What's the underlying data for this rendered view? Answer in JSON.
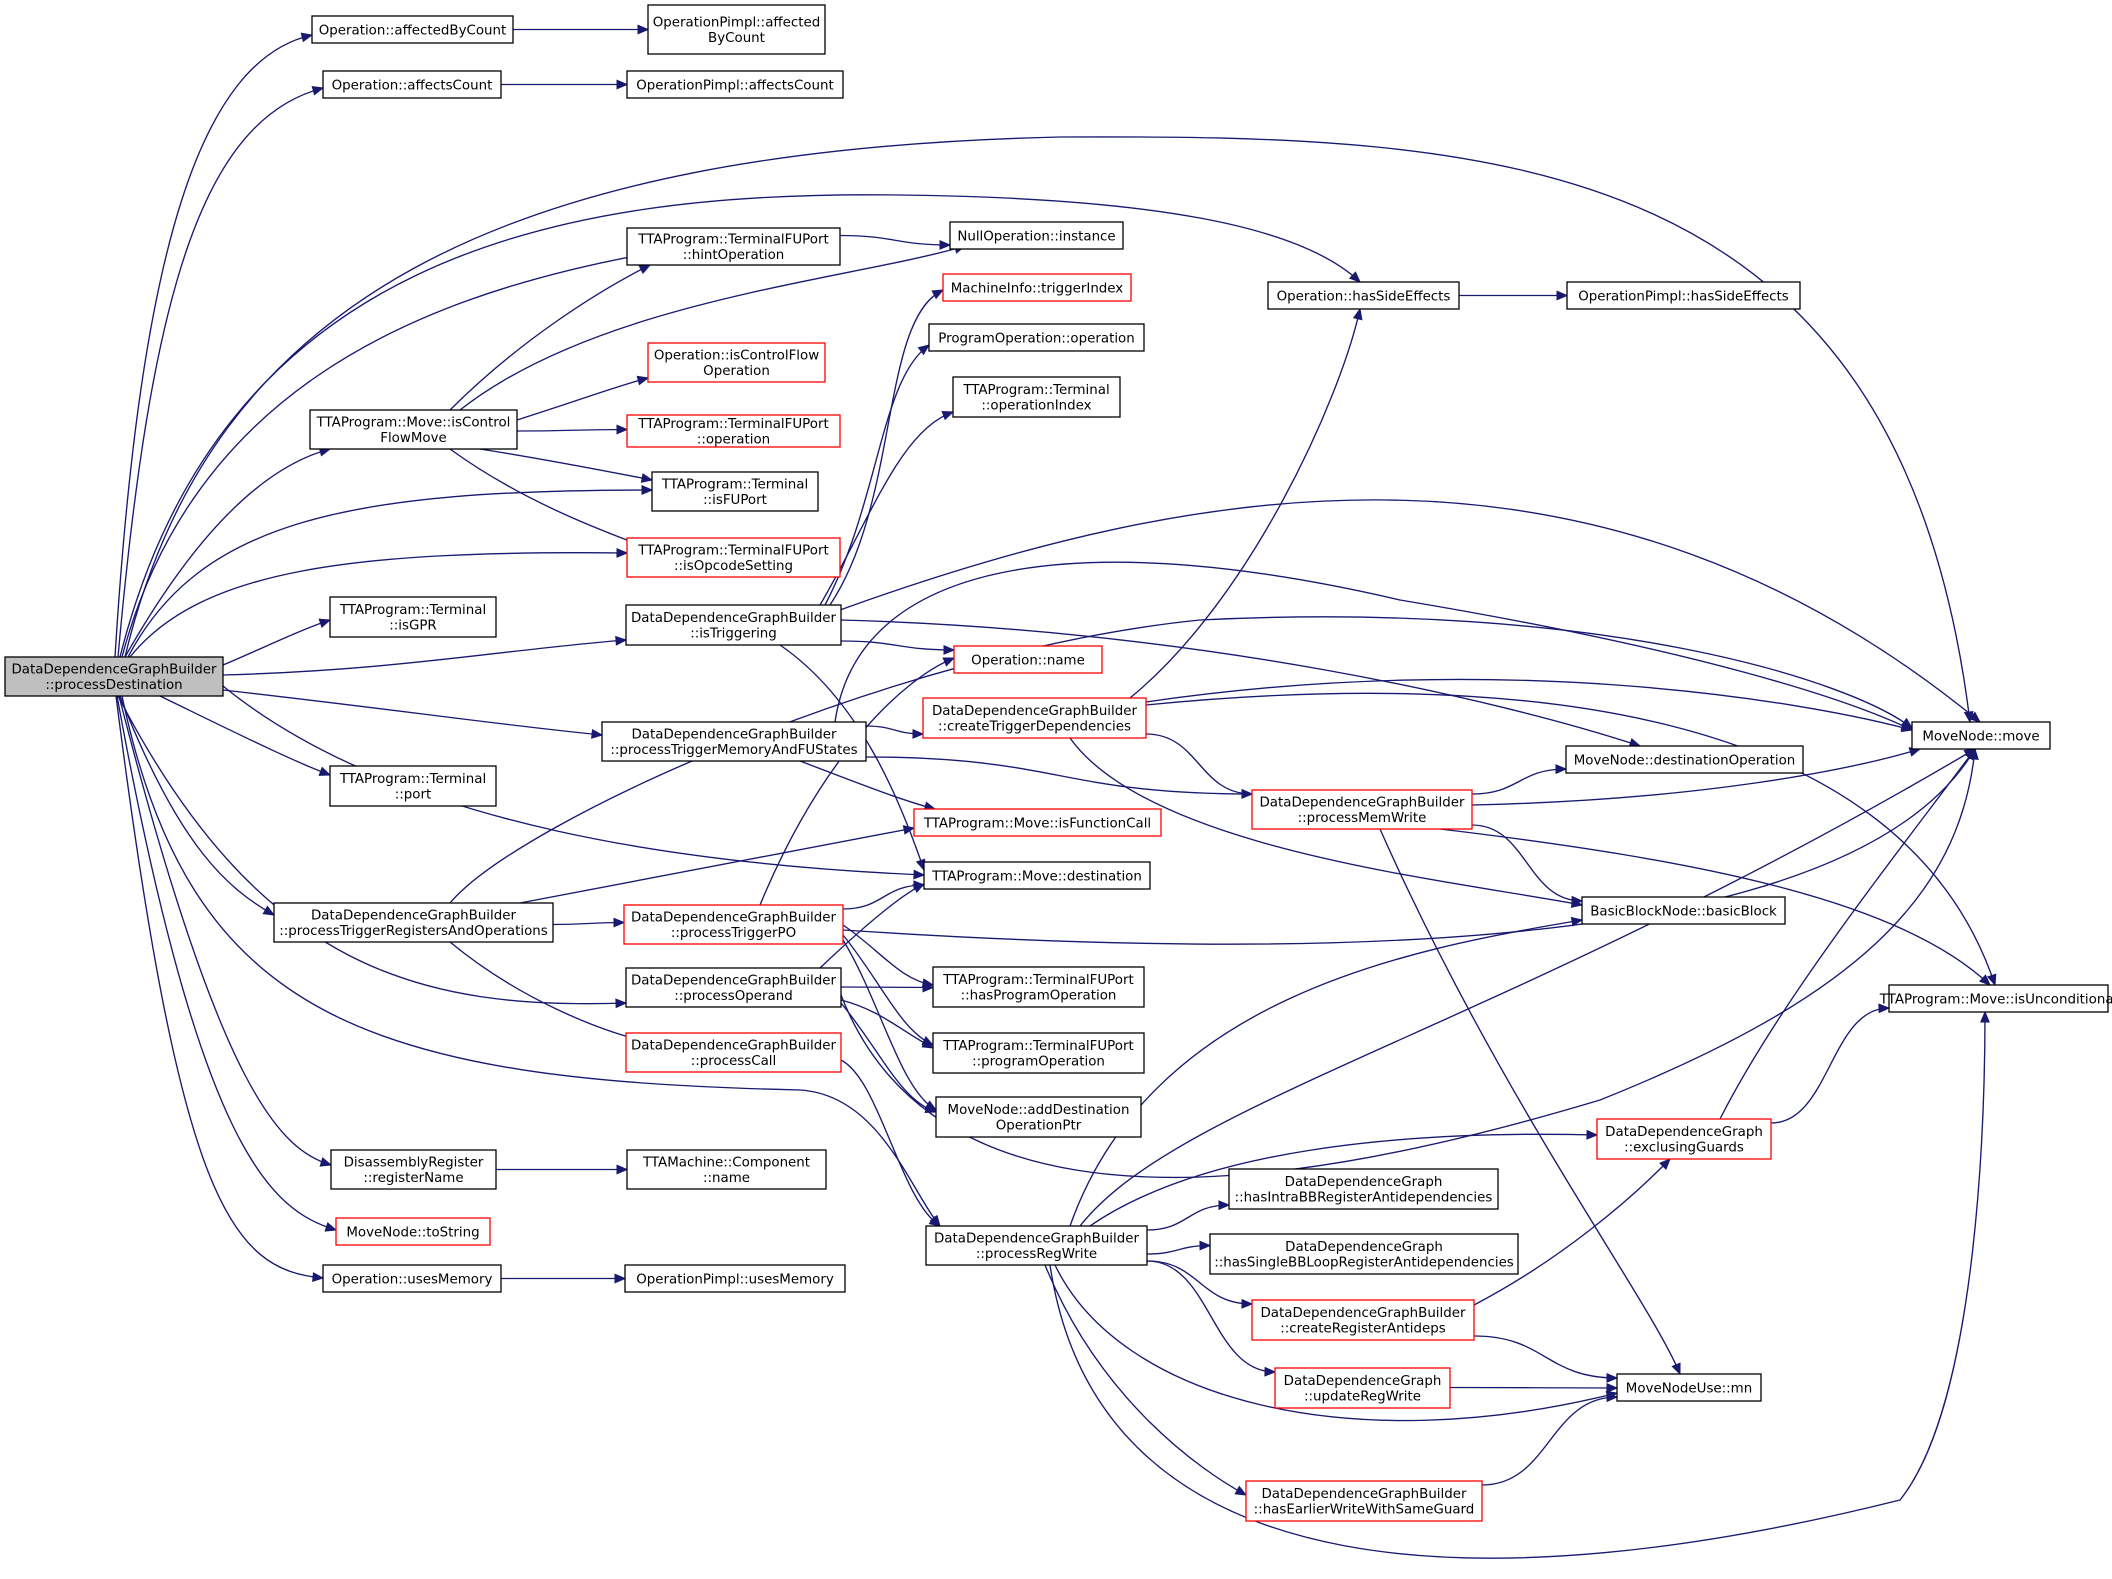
{
  "colors": {
    "edge": "#191970",
    "node_border": "#000000",
    "node_border_incomplete": "#ff0000",
    "node_fill": "#ffffff",
    "root_fill": "#bfbfbf",
    "text": "#000000"
  },
  "nodes": [
    {
      "id": "root",
      "lines": [
        "DataDependenceGraphBuilder",
        "::processDestination"
      ],
      "root": true
    },
    {
      "id": "opAffectedByCount",
      "lines": [
        "Operation::affectedByCount"
      ]
    },
    {
      "id": "opImplAffectedByCount",
      "lines": [
        "OperationPimpl::affected",
        "ByCount"
      ]
    },
    {
      "id": "opAffectsCount",
      "lines": [
        "Operation::affectsCount"
      ]
    },
    {
      "id": "opImplAffectsCount",
      "lines": [
        "OperationPimpl::affectsCount"
      ]
    },
    {
      "id": "tfuHintOperation",
      "lines": [
        "TTAProgram::TerminalFUPort",
        "::hintOperation"
      ]
    },
    {
      "id": "nullOpInstance",
      "lines": [
        "NullOperation::instance"
      ]
    },
    {
      "id": "miTriggerIndex",
      "lines": [
        "MachineInfo::triggerIndex"
      ],
      "incomplete": true
    },
    {
      "id": "progOpOperation",
      "lines": [
        "ProgramOperation::operation"
      ]
    },
    {
      "id": "termOperationIndex",
      "lines": [
        "TTAProgram::Terminal",
        "::operationIndex"
      ]
    },
    {
      "id": "opHasSideEffects",
      "lines": [
        "Operation::hasSideEffects"
      ]
    },
    {
      "id": "opImplHasSideEffects",
      "lines": [
        "OperationPimpl::hasSideEffects"
      ]
    },
    {
      "id": "opIsControlFlow",
      "lines": [
        "Operation::isControlFlow",
        "Operation"
      ],
      "incomplete": true
    },
    {
      "id": "moveIsControlFlowMove",
      "lines": [
        "TTAProgram::Move::isControl",
        "FlowMove"
      ]
    },
    {
      "id": "tfuOperation",
      "lines": [
        "TTAProgram::TerminalFUPort",
        "::operation"
      ],
      "incomplete": true
    },
    {
      "id": "termIsFUPort",
      "lines": [
        "TTAProgram::Terminal",
        "::isFUPort"
      ]
    },
    {
      "id": "tfuIsOpcodeSetting",
      "lines": [
        "TTAProgram::TerminalFUPort",
        "::isOpcodeSetting"
      ],
      "incomplete": true
    },
    {
      "id": "termIsGPR",
      "lines": [
        "TTAProgram::Terminal",
        "::isGPR"
      ]
    },
    {
      "id": "ddgbIsTriggering",
      "lines": [
        "DataDependenceGraphBuilder",
        "::isTriggering"
      ]
    },
    {
      "id": "opName",
      "lines": [
        "Operation::name"
      ],
      "incomplete": true
    },
    {
      "id": "ddgbCreateTriggerDeps",
      "lines": [
        "DataDependenceGraphBuilder",
        "::createTriggerDependencies"
      ],
      "incomplete": true
    },
    {
      "id": "ddgbProcessTriggerMemFU",
      "lines": [
        "DataDependenceGraphBuilder",
        "::processTriggerMemoryAndFUStates"
      ]
    },
    {
      "id": "mnMove",
      "lines": [
        "MoveNode::move"
      ]
    },
    {
      "id": "mnDestinationOperation",
      "lines": [
        "MoveNode::destinationOperation"
      ]
    },
    {
      "id": "ddgbProcessMemWrite",
      "lines": [
        "DataDependenceGraphBuilder",
        "::processMemWrite"
      ],
      "incomplete": true
    },
    {
      "id": "termPort",
      "lines": [
        "TTAProgram::Terminal",
        "::port"
      ]
    },
    {
      "id": "moveIsFunctionCall",
      "lines": [
        "TTAProgram::Move::isFunctionCall"
      ],
      "incomplete": true
    },
    {
      "id": "moveDestination",
      "lines": [
        "TTAProgram::Move::destination"
      ]
    },
    {
      "id": "ddgbProcessTriggerRegOps",
      "lines": [
        "DataDependenceGraphBuilder",
        "::processTriggerRegistersAndOperations"
      ]
    },
    {
      "id": "ddgbProcessTriggerPO",
      "lines": [
        "DataDependenceGraphBuilder",
        "::processTriggerPO"
      ],
      "incomplete": true
    },
    {
      "id": "bbnBasicBlock",
      "lines": [
        "BasicBlockNode::basicBlock"
      ]
    },
    {
      "id": "tfuHasProgramOperation",
      "lines": [
        "TTAProgram::TerminalFUPort",
        "::hasProgramOperation"
      ]
    },
    {
      "id": "ddgbProcessOperand",
      "lines": [
        "DataDependenceGraphBuilder",
        "::processOperand"
      ]
    },
    {
      "id": "moveIsUnconditional",
      "lines": [
        "TTAProgram::Move::isUnconditional"
      ]
    },
    {
      "id": "tfuProgramOperation",
      "lines": [
        "TTAProgram::TerminalFUPort",
        "::programOperation"
      ]
    },
    {
      "id": "ddgbProcessCall",
      "lines": [
        "DataDependenceGraphBuilder",
        "::processCall"
      ],
      "incomplete": true
    },
    {
      "id": "mnAddDestOpPtr",
      "lines": [
        "MoveNode::addDestination",
        "OperationPtr"
      ]
    },
    {
      "id": "ddgExclusingGuards",
      "lines": [
        "DataDependenceGraph",
        "::exclusingGuards"
      ],
      "incomplete": true
    },
    {
      "id": "disRegRegisterName",
      "lines": [
        "DisassemblyRegister",
        "::registerName"
      ]
    },
    {
      "id": "tmCompName",
      "lines": [
        "TTAMachine::Component",
        "::name"
      ]
    },
    {
      "id": "ddgHasIntraBB",
      "lines": [
        "DataDependenceGraph",
        "::hasIntraBBRegisterAntidependencies"
      ]
    },
    {
      "id": "mnToString",
      "lines": [
        "MoveNode::toString"
      ],
      "incomplete": true
    },
    {
      "id": "ddgbProcessRegWrite",
      "lines": [
        "DataDependenceGraphBuilder",
        "::processRegWrite"
      ]
    },
    {
      "id": "ddgHasSingleBBLoop",
      "lines": [
        "DataDependenceGraph",
        "::hasSingleBBLoopRegisterAntidependencies"
      ]
    },
    {
      "id": "opUsesMemory",
      "lines": [
        "Operation::usesMemory"
      ]
    },
    {
      "id": "opImplUsesMemory",
      "lines": [
        "OperationPimpl::usesMemory"
      ]
    },
    {
      "id": "ddgbCreateRegAntideps",
      "lines": [
        "DataDependenceGraphBuilder",
        "::createRegisterAntideps"
      ],
      "incomplete": true
    },
    {
      "id": "mnuMn",
      "lines": [
        "MoveNodeUse::mn"
      ]
    },
    {
      "id": "ddgUpdateRegWrite",
      "lines": [
        "DataDependenceGraph",
        "::updateRegWrite"
      ],
      "incomplete": true
    },
    {
      "id": "ddgbHasEarlierWrite",
      "lines": [
        "DataDependenceGraphBuilder",
        "::hasEarlierWriteWithSameGuard"
      ],
      "incomplete": true
    }
  ],
  "edges": [
    {
      "from": "root",
      "to": "opAffectedByCount"
    },
    {
      "from": "root",
      "to": "opAffectsCount"
    },
    {
      "from": "root",
      "to": "mnMove"
    },
    {
      "from": "root",
      "to": "opHasSideEffects"
    },
    {
      "from": "root",
      "to": "tfuHintOperation"
    },
    {
      "from": "root",
      "to": "moveIsControlFlowMove"
    },
    {
      "from": "root",
      "to": "termIsFUPort"
    },
    {
      "from": "root",
      "to": "tfuIsOpcodeSetting"
    },
    {
      "from": "root",
      "to": "termIsGPR"
    },
    {
      "from": "root",
      "to": "ddgbIsTriggering"
    },
    {
      "from": "root",
      "to": "ddgbProcessTriggerMemFU"
    },
    {
      "from": "root",
      "to": "termPort"
    },
    {
      "from": "root",
      "to": "moveDestination"
    },
    {
      "from": "root",
      "to": "ddgbProcessTriggerRegOps"
    },
    {
      "from": "root",
      "to": "ddgbProcessOperand"
    },
    {
      "from": "root",
      "to": "ddgbProcessRegWrite"
    },
    {
      "from": "root",
      "to": "disRegRegisterName"
    },
    {
      "from": "root",
      "to": "mnToString"
    },
    {
      "from": "root",
      "to": "opUsesMemory"
    },
    {
      "from": "opAffectedByCount",
      "to": "opImplAffectedByCount"
    },
    {
      "from": "opAffectsCount",
      "to": "opImplAffectsCount"
    },
    {
      "from": "tfuHintOperation",
      "to": "nullOpInstance"
    },
    {
      "from": "opHasSideEffects",
      "to": "opImplHasSideEffects"
    },
    {
      "from": "moveIsControlFlowMove",
      "to": "tfuHintOperation"
    },
    {
      "from": "moveIsControlFlowMove",
      "to": "nullOpInstance"
    },
    {
      "from": "moveIsControlFlowMove",
      "to": "opIsControlFlow"
    },
    {
      "from": "moveIsControlFlowMove",
      "to": "tfuOperation"
    },
    {
      "from": "moveIsControlFlowMove",
      "to": "termIsFUPort"
    },
    {
      "from": "moveIsControlFlowMove",
      "to": "tfuIsOpcodeSetting"
    },
    {
      "from": "ddgbIsTriggering",
      "to": "miTriggerIndex"
    },
    {
      "from": "ddgbIsTriggering",
      "to": "progOpOperation"
    },
    {
      "from": "ddgbIsTriggering",
      "to": "termOperationIndex"
    },
    {
      "from": "ddgbIsTriggering",
      "to": "mnMove"
    },
    {
      "from": "ddgbIsTriggering",
      "to": "mnDestinationOperation"
    },
    {
      "from": "ddgbIsTriggering",
      "to": "opName"
    },
    {
      "from": "ddgbIsTriggering",
      "to": "moveDestination"
    },
    {
      "from": "ddgbProcessTriggerMemFU",
      "to": "ddgbCreateTriggerDeps"
    },
    {
      "from": "ddgbProcessTriggerMemFU",
      "to": "ddgbProcessMemWrite"
    },
    {
      "from": "ddgbProcessTriggerMemFU",
      "to": "moveIsFunctionCall"
    },
    {
      "from": "ddgbProcessTriggerMemFU",
      "to": "mnMove"
    },
    {
      "from": "ddgbCreateTriggerDeps",
      "to": "opHasSideEffects"
    },
    {
      "from": "ddgbCreateTriggerDeps",
      "to": "mnMove"
    },
    {
      "from": "ddgbCreateTriggerDeps",
      "to": "moveIsUnconditional"
    },
    {
      "from": "ddgbCreateTriggerDeps",
      "to": "ddgbProcessMemWrite"
    },
    {
      "from": "ddgbCreateTriggerDeps",
      "to": "bbnBasicBlock"
    },
    {
      "from": "ddgbProcessMemWrite",
      "to": "mnDestinationOperation"
    },
    {
      "from": "ddgbProcessMemWrite",
      "to": "mnMove"
    },
    {
      "from": "ddgbProcessMemWrite",
      "to": "bbnBasicBlock"
    },
    {
      "from": "ddgbProcessMemWrite",
      "to": "moveIsUnconditional"
    },
    {
      "from": "ddgbProcessMemWrite",
      "to": "mnuMn"
    },
    {
      "from": "ddgbProcessTriggerRegOps",
      "to": "ddgbProcessTriggerPO"
    },
    {
      "from": "ddgbProcessTriggerRegOps",
      "to": "moveIsFunctionCall"
    },
    {
      "from": "ddgbProcessTriggerRegOps",
      "to": "mnMove"
    },
    {
      "from": "ddgbProcessTriggerRegOps",
      "to": "ddgbProcessCall"
    },
    {
      "from": "ddgbProcessTriggerPO",
      "to": "opName"
    },
    {
      "from": "ddgbProcessTriggerPO",
      "to": "moveDestination"
    },
    {
      "from": "ddgbProcessTriggerPO",
      "to": "mnMove"
    },
    {
      "from": "ddgbProcessTriggerPO",
      "to": "tfuHasProgramOperation"
    },
    {
      "from": "ddgbProcessTriggerPO",
      "to": "tfuProgramOperation"
    },
    {
      "from": "ddgbProcessTriggerPO",
      "to": "mnAddDestOpPtr"
    },
    {
      "from": "ddgbProcessOperand",
      "to": "moveDestination"
    },
    {
      "from": "ddgbProcessOperand",
      "to": "tfuHasProgramOperation"
    },
    {
      "from": "ddgbProcessOperand",
      "to": "tfuProgramOperation"
    },
    {
      "from": "ddgbProcessOperand",
      "to": "mnAddDestOpPtr"
    },
    {
      "from": "ddgbProcessOperand",
      "to": "mnMove"
    },
    {
      "from": "ddgbProcessCall",
      "to": "ddgbProcessRegWrite"
    },
    {
      "from": "ddgbProcessRegWrite",
      "to": "bbnBasicBlock"
    },
    {
      "from": "ddgbProcessRegWrite",
      "to": "mnMove"
    },
    {
      "from": "ddgbProcessRegWrite",
      "to": "ddgExclusingGuards"
    },
    {
      "from": "ddgbProcessRegWrite",
      "to": "ddgHasIntraBB"
    },
    {
      "from": "ddgbProcessRegWrite",
      "to": "ddgHasSingleBBLoop"
    },
    {
      "from": "ddgbProcessRegWrite",
      "to": "ddgbCreateRegAntideps"
    },
    {
      "from": "ddgbProcessRegWrite",
      "to": "ddgUpdateRegWrite"
    },
    {
      "from": "ddgbProcessRegWrite",
      "to": "mnuMn"
    },
    {
      "from": "ddgbProcessRegWrite",
      "to": "ddgbHasEarlierWrite"
    },
    {
      "from": "ddgbProcessRegWrite",
      "to": "moveIsUnconditional"
    },
    {
      "from": "ddgExclusingGuards",
      "to": "mnMove"
    },
    {
      "from": "ddgExclusingGuards",
      "to": "moveIsUnconditional"
    },
    {
      "from": "ddgbCreateRegAntideps",
      "to": "ddgExclusingGuards"
    },
    {
      "from": "ddgbCreateRegAntideps",
      "to": "mnuMn"
    },
    {
      "from": "ddgUpdateRegWrite",
      "to": "mnuMn"
    },
    {
      "from": "ddgbHasEarlierWrite",
      "to": "mnuMn"
    },
    {
      "from": "disRegRegisterName",
      "to": "tmCompName"
    },
    {
      "from": "opUsesMemory",
      "to": "opImplUsesMemory"
    }
  ]
}
